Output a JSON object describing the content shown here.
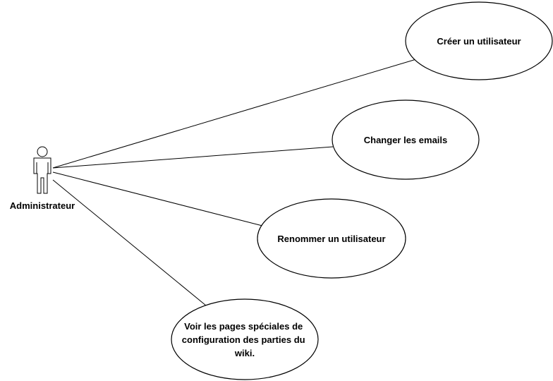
{
  "actor": {
    "label": "Administrateur"
  },
  "use_cases": [
    {
      "id": "creer",
      "lines": [
        "Créer un utilisateur"
      ]
    },
    {
      "id": "emails",
      "lines": [
        "Changer les emails"
      ]
    },
    {
      "id": "renommer",
      "lines": [
        "Renommer un utilisateur"
      ]
    },
    {
      "id": "pages",
      "lines": [
        "Voir les pages spéciales de",
        "configuration des parties du",
        "wiki."
      ]
    }
  ]
}
